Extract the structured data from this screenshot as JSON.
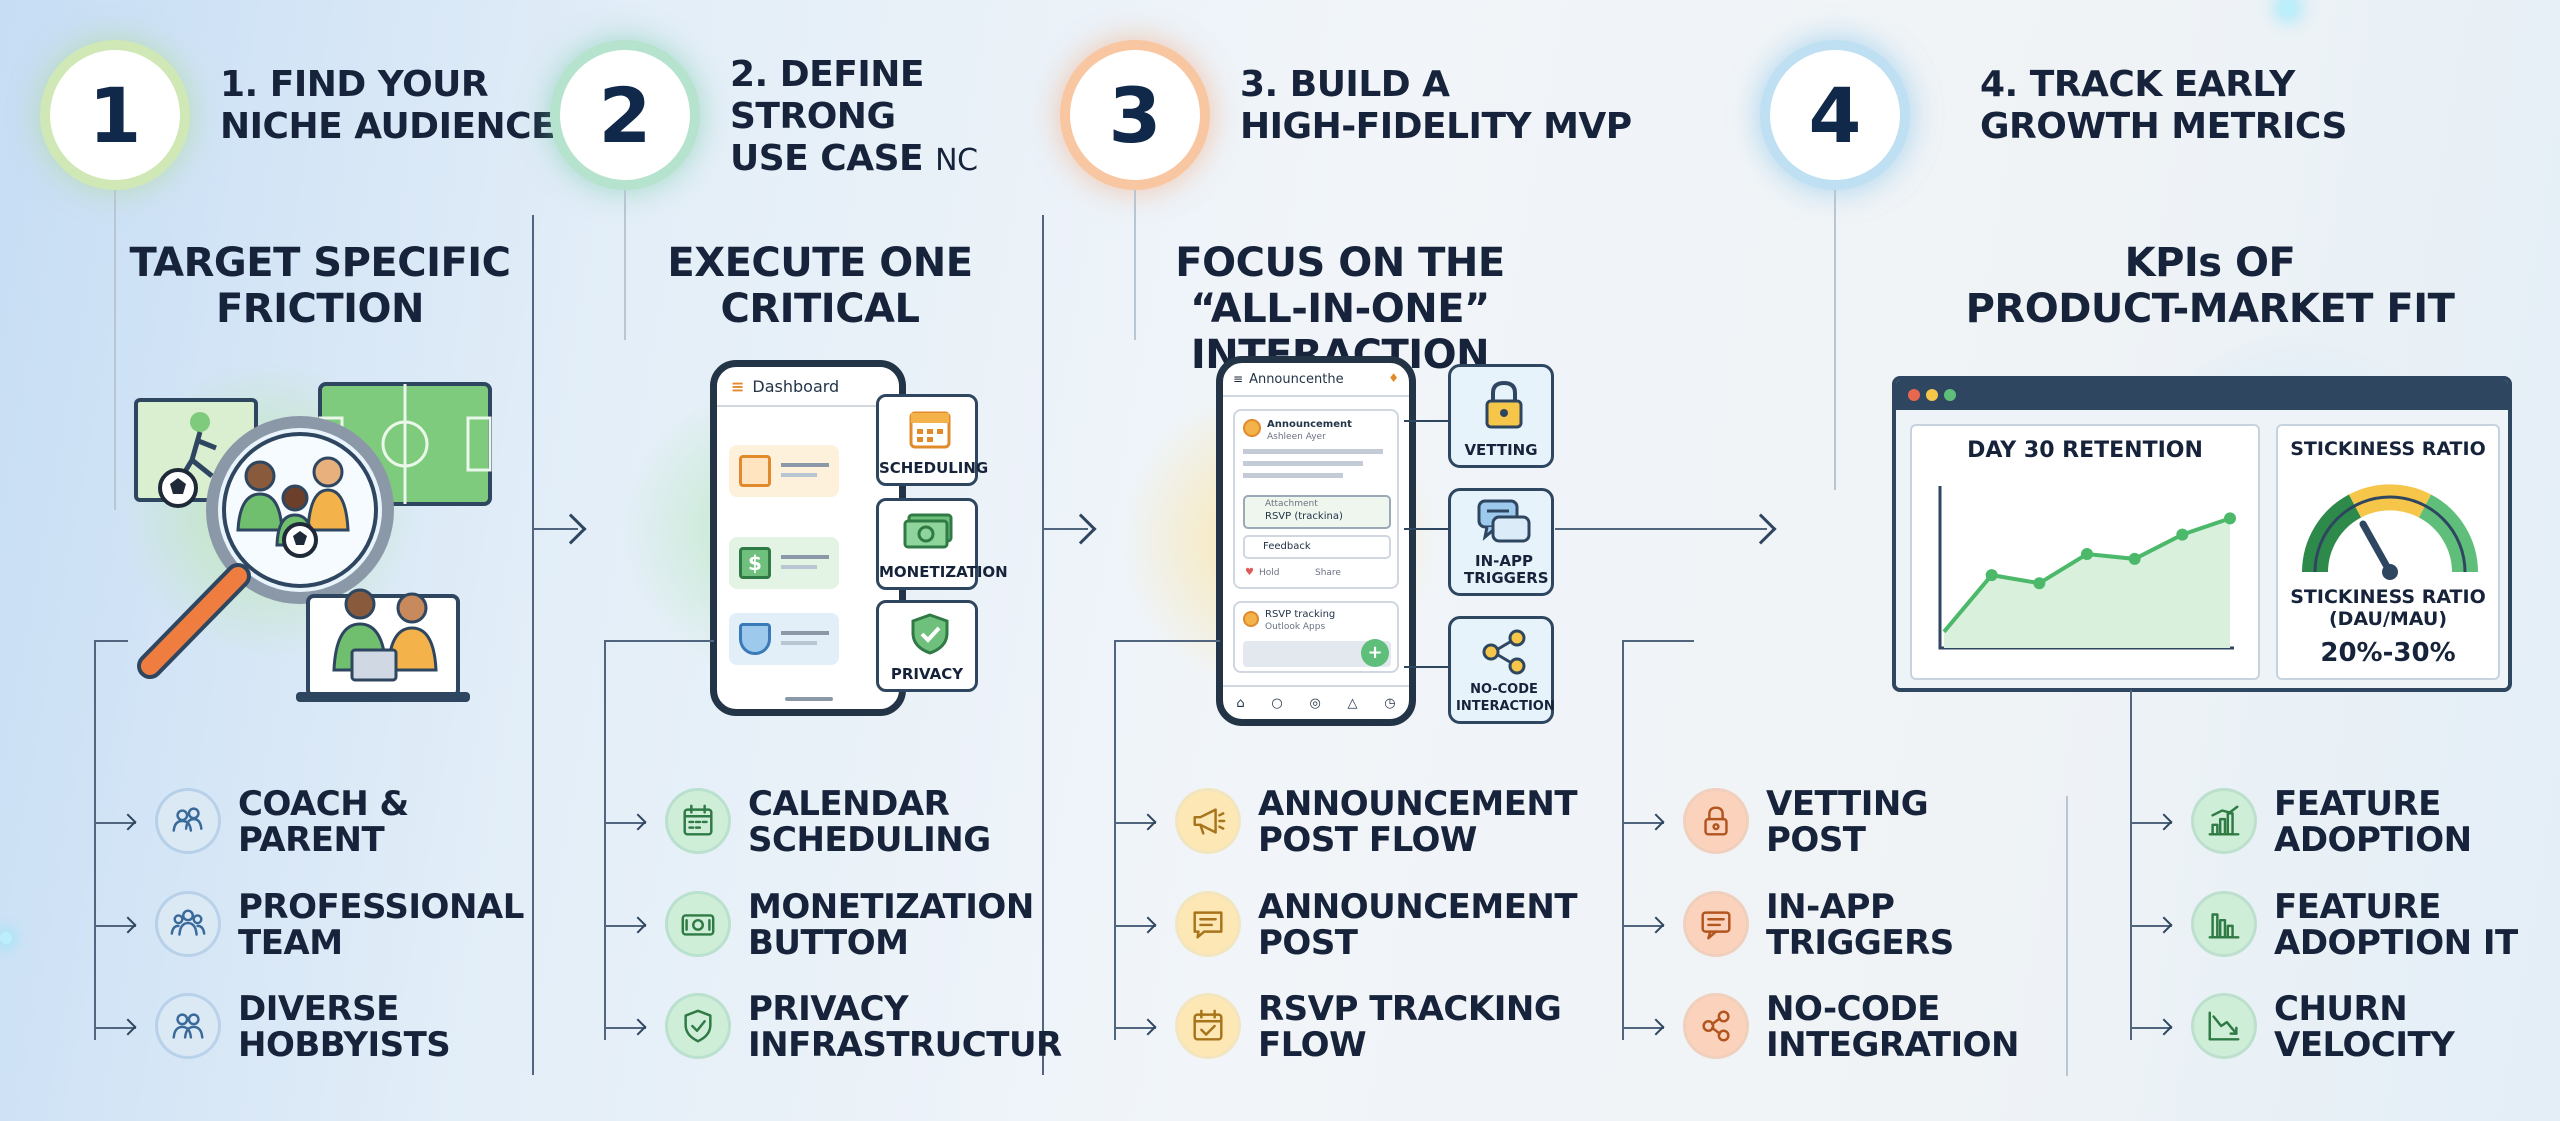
{
  "colors": {
    "navy": "#16233a",
    "green": "#5fbf7a",
    "orange": "#f08a4b",
    "yellow": "#f5c64a",
    "blue": "#7fb8e0"
  },
  "steps": [
    {
      "number": "1",
      "title_line1": "1. FIND YOUR",
      "title_line2": "NICHE AUDIENCE",
      "subtitle_line1": "TARGET SPECIFIC",
      "subtitle_line2": "FRICTION",
      "items": [
        {
          "line1": "COACH &",
          "line2": "PARENT",
          "icon": "group-icon"
        },
        {
          "line1": "PROFESSIONAL",
          "line2": "TEAM",
          "icon": "team-icon"
        },
        {
          "line1": "DIVERSE",
          "line2": "HOBBYISTS",
          "icon": "people-icon"
        }
      ]
    },
    {
      "number": "2",
      "title_line1": "2. DEFINE",
      "title_line2": "STRONG",
      "title_line3": "USE CASE",
      "title_suffix": "NC",
      "subtitle_line1": "EXECUTE ONE",
      "subtitle_line2": "CRITICAL",
      "items": [
        {
          "line1": "CALENDAR",
          "line2": "SCHEDULING",
          "icon": "calendar-icon"
        },
        {
          "line1": "MONETIZATION",
          "line2": "BUTTOM",
          "icon": "money-icon"
        },
        {
          "line1": "PRIVACY",
          "line2": "INFRASTRUCTUR",
          "icon": "shield-icon"
        }
      ]
    },
    {
      "number": "3",
      "title_line1": "3. BUILD A",
      "title_line2": "HIGH-FIDELITY MVP",
      "subtitle_line1": "FOCUS ON THE",
      "subtitle_line2": "“ALL-IN-ONE” INTERACTION",
      "items": [
        {
          "line1": "ANNOUNCEMENT",
          "line2": "POST FLOW",
          "icon": "megaphone-icon"
        },
        {
          "line1": "ANNOUNCEMENT",
          "line2": "POST",
          "icon": "chat-icon"
        },
        {
          "line1": "RSVP TRACKING",
          "line2": "FLOW",
          "icon": "calendar-check-icon"
        }
      ],
      "items_b": [
        {
          "line1": "VETTING",
          "line2": "POST",
          "icon": "lock-icon"
        },
        {
          "line1": "IN-APP",
          "line2": "TRIGGERS",
          "icon": "message-icon"
        },
        {
          "line1": "NO-CODE",
          "line2": "INTEGRATION",
          "icon": "share-icon"
        }
      ]
    },
    {
      "number": "4",
      "title_line1": "4. TRACK EARLY",
      "title_line2": "GROWTH METRICS",
      "subtitle_line1": "KPIs OF",
      "subtitle_line2": "PRODUCT-MARKET FIT",
      "items": [
        {
          "line1": "FEATURE",
          "line2": "ADOPTION",
          "icon": "bar-chart-icon"
        },
        {
          "line1": "FEATURE",
          "line2": "ADOPTION IT",
          "icon": "columns-icon"
        },
        {
          "line1": "CHURN",
          "line2": "VELOCITY",
          "icon": "trend-down-icon"
        }
      ]
    }
  ],
  "phone2": {
    "header": "Dashboard",
    "cards": [
      "SCHEDULING",
      "MONETIZATION",
      "PRIVACY"
    ]
  },
  "phone3": {
    "header": "Announcenthe",
    "post_title": "Announcement",
    "post_sub": "Ashleen Ayer",
    "rsvp_sub": "Attachment",
    "rsvp_label": "RSVP (trackina)",
    "feedback": "Feedback",
    "like": "Hold",
    "share": "Share",
    "tracking": "RSVP tracking",
    "tracking_sub": "Outlook Apps",
    "cards": [
      "VETTING",
      "IN-APP TRIGGERS",
      "NO-CODE INTERACTION"
    ]
  },
  "dashboard": {
    "retention_title": "DAY 30 RETENTION",
    "stickiness_title": "STICKINESS RATIO",
    "stickiness_line1": "STICKINESS RATIO",
    "stickiness_line2": "(DAU/MAU)",
    "stickiness_value": "20%-30%"
  },
  "chart_data": {
    "type": "line",
    "title": "DAY 30 RETENTION",
    "x": [
      1,
      2,
      3,
      4,
      5,
      6,
      7
    ],
    "values": [
      10,
      45,
      40,
      58,
      55,
      70,
      80
    ],
    "ylim": [
      0,
      100
    ],
    "xlabel": "",
    "ylabel": "",
    "grid": false
  }
}
